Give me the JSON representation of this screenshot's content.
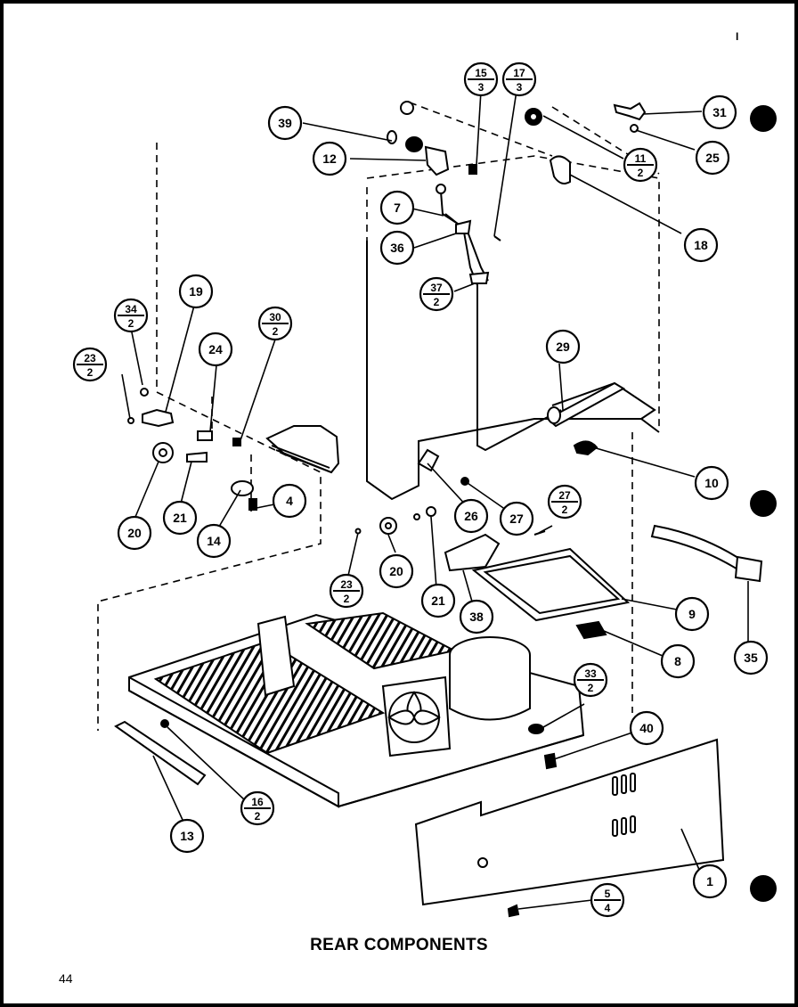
{
  "title": "REAR COMPONENTS",
  "page_number": "44",
  "edge_mark": "I",
  "callouts": [
    {
      "id": "c1",
      "top": "1"
    },
    {
      "id": "c4",
      "top": "4"
    },
    {
      "id": "c5-4",
      "top": "5",
      "bottom": "4"
    },
    {
      "id": "c7",
      "top": "7"
    },
    {
      "id": "c8",
      "top": "8"
    },
    {
      "id": "c9",
      "top": "9"
    },
    {
      "id": "c10",
      "top": "10"
    },
    {
      "id": "c11-2",
      "top": "11",
      "bottom": "2"
    },
    {
      "id": "c12",
      "top": "12"
    },
    {
      "id": "c13",
      "top": "13"
    },
    {
      "id": "c14",
      "top": "14"
    },
    {
      "id": "c15-3",
      "top": "15",
      "bottom": "3"
    },
    {
      "id": "c16-2",
      "top": "16",
      "bottom": "2"
    },
    {
      "id": "c17-3",
      "top": "17",
      "bottom": "3"
    },
    {
      "id": "c18",
      "top": "18"
    },
    {
      "id": "c19",
      "top": "19"
    },
    {
      "id": "c20a",
      "top": "20"
    },
    {
      "id": "c20b",
      "top": "20"
    },
    {
      "id": "c21a",
      "top": "21"
    },
    {
      "id": "c21b",
      "top": "21"
    },
    {
      "id": "c23-2a",
      "top": "23",
      "bottom": "2"
    },
    {
      "id": "c23-2b",
      "top": "23",
      "bottom": "2"
    },
    {
      "id": "c24",
      "top": "24"
    },
    {
      "id": "c25",
      "top": "25"
    },
    {
      "id": "c26",
      "top": "26"
    },
    {
      "id": "c27",
      "top": "27"
    },
    {
      "id": "c27-2",
      "top": "27",
      "bottom": "2"
    },
    {
      "id": "c29",
      "top": "29"
    },
    {
      "id": "c30-2",
      "top": "30",
      "bottom": "2"
    },
    {
      "id": "c31",
      "top": "31"
    },
    {
      "id": "c33-2",
      "top": "33",
      "bottom": "2"
    },
    {
      "id": "c34-2",
      "top": "34",
      "bottom": "2"
    },
    {
      "id": "c35",
      "top": "35"
    },
    {
      "id": "c36",
      "top": "36"
    },
    {
      "id": "c37-2",
      "top": "37",
      "bottom": "2"
    },
    {
      "id": "c38",
      "top": "38"
    },
    {
      "id": "c39",
      "top": "39"
    },
    {
      "id": "c40",
      "top": "40"
    }
  ]
}
